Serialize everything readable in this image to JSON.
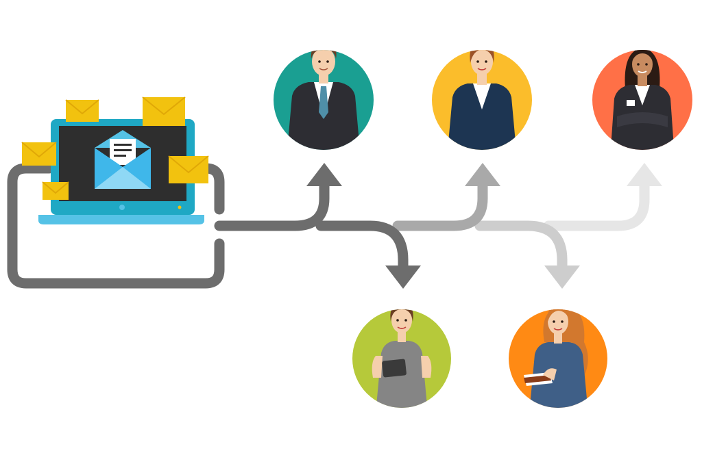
{
  "colors": {
    "background": "#ffffff",
    "line_dark": "#6d6d6d",
    "line_mid": "#a9a9a9",
    "line_light": "#cdcdcd",
    "line_faint": "#e6e6e6",
    "laptop_body": "#1fa8c4",
    "laptop_base": "#55c2e6",
    "screen": "#2e2e2e",
    "open_envelope": "#3fb7ea",
    "envelope": "#f2c20f",
    "envelope_flap": "#e0a807",
    "avatar_teal": "#1a9f92",
    "avatar_yellow": "#fbbd2b",
    "avatar_coral": "#ff7047",
    "avatar_lime": "#b6c93a",
    "avatar_orange": "#ff8a14",
    "skin_light": "#f5cfad",
    "skin_dark": "#c88b60",
    "hair_brown": "#6b3e24",
    "hair_auburn": "#9b5228",
    "hair_black": "#2b1b14",
    "hair_ginger": "#d2782e",
    "suit_dark": "#2d2d33",
    "suit_navy": "#1d3552",
    "shirt_blue": "#3f5f87",
    "dress_grey": "#858585"
  },
  "icons": {
    "sender": "laptop-email-icon",
    "message": "envelope-icon",
    "open_message": "open-envelope-icon",
    "recipient": "person-avatar-icon",
    "flow": "arrow-icon"
  },
  "recipients": [
    {
      "id": "man-suit",
      "bg": "avatar_teal",
      "shade": "line_dark"
    },
    {
      "id": "woman-navy-suit",
      "bg": "avatar_yellow",
      "shade": "line_mid"
    },
    {
      "id": "woman-arms-crossed",
      "bg": "avatar_coral",
      "shade": "line_faint"
    },
    {
      "id": "woman-tablet",
      "bg": "avatar_lime",
      "shade": "line_dark"
    },
    {
      "id": "woman-notebook",
      "bg": "avatar_orange",
      "shade": "line_light"
    }
  ]
}
